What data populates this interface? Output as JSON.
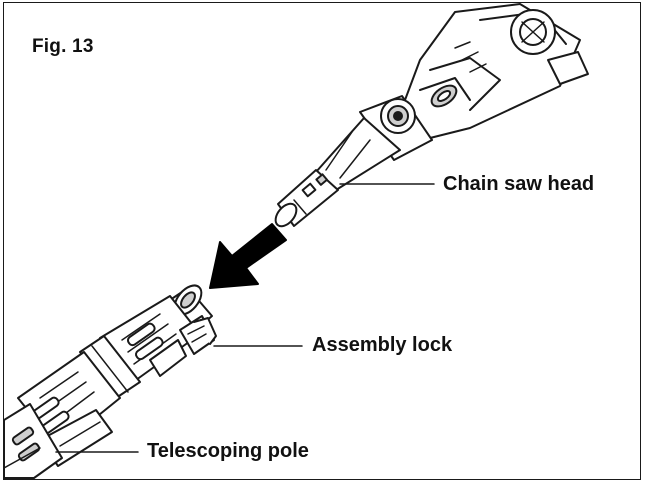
{
  "figure": {
    "label": "Fig. 13"
  },
  "callouts": {
    "chain_saw_head": "Chain saw head",
    "assembly_lock": "Assembly lock",
    "telescoping_pole": "Telescoping pole"
  },
  "colors": {
    "line": "#1a1a1a",
    "fill": "#ffffff",
    "shade": "#cfcfcf",
    "arrow": "#000000"
  }
}
